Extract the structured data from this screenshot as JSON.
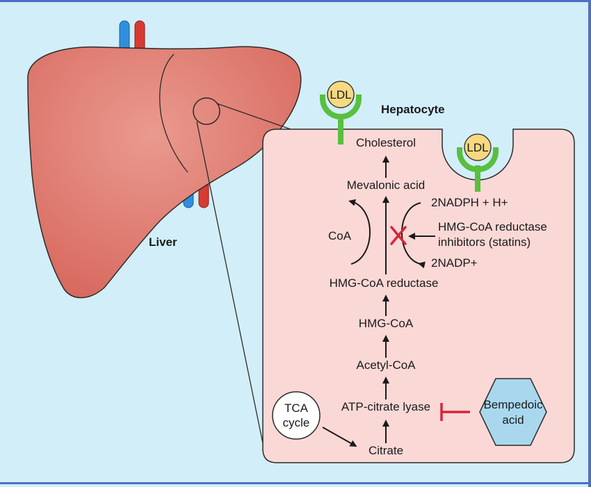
{
  "labels": {
    "liver": "Liver",
    "hepatocyte": "Hepatocyte",
    "ldl_1": "LDL",
    "ldl_2": "LDL",
    "cholesterol": "Cholesterol",
    "mevalonic_acid": "Mevalonic acid",
    "coa": "CoA",
    "nadph": "2NADPH + H+",
    "statins_line1": "HMG-CoA reductase",
    "statins_line2": "inhibitors (statins)",
    "nadp": "2NADP+",
    "hmg_coa_reductase": "HMG-CoA reductase",
    "hmg_coa": "HMG-CoA",
    "acetyl_coa": "Acetyl-CoA",
    "atp_citrate_lyase": "ATP-citrate lyase",
    "citrate": "Citrate",
    "tca_line1": "TCA",
    "tca_line2": "cycle",
    "bempedoic_line1": "Bempedoic",
    "bempedoic_line2": "acid"
  },
  "colors": {
    "background": "#d2eef8",
    "liver": "#e07d72",
    "cell": "#fad8d6",
    "ldl": "#f6d980",
    "receptor": "#58bf3f",
    "inhibitor": "#d6263a",
    "bempedoic": "#a9d8ee",
    "frame": "#4b6fc8"
  }
}
